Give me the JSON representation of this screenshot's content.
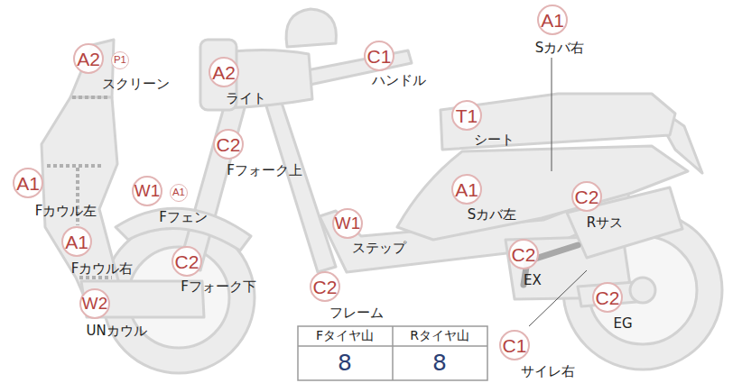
{
  "diagram": {
    "nodes": [
      {
        "text": [
          "A1",
          "Sカバ右"
        ]
      },
      {
        "text": [
          "A2",
          "スクリーン"
        ]
      },
      {
        "text": [
          "P1"
        ]
      },
      {
        "text": [
          "A2",
          "ライト"
        ]
      },
      {
        "text": [
          "C1",
          "ハンドル"
        ]
      },
      {
        "text": [
          "T1",
          "シート"
        ]
      },
      {
        "text": [
          "C2",
          "Fフォーク上"
        ]
      },
      {
        "text": [
          "A1",
          "Fカウル左"
        ]
      },
      {
        "text": [
          "W1",
          "Fフェン"
        ]
      },
      {
        "text": [
          "A1"
        ]
      },
      {
        "text": [
          "A1",
          "Sカバ左"
        ]
      },
      {
        "text": [
          "C2",
          "Rサス"
        ]
      },
      {
        "text": [
          "W1",
          "ステップ"
        ]
      },
      {
        "text": [
          "A1",
          "Fカウル右"
        ]
      },
      {
        "text": [
          "C2",
          "EX"
        ]
      },
      {
        "text": [
          "C2",
          "Fフォーク下"
        ]
      },
      {
        "text": [
          "C2",
          "フレーム"
        ]
      },
      {
        "text": [
          "C2",
          "EG"
        ]
      },
      {
        "text": [
          "W2",
          "UNカウル"
        ]
      },
      {
        "text": [
          "C1",
          "サイレ右"
        ]
      }
    ],
    "labels": [
      "Fタイヤ山",
      "Rタイヤ山",
      "8",
      "8"
    ]
  }
}
